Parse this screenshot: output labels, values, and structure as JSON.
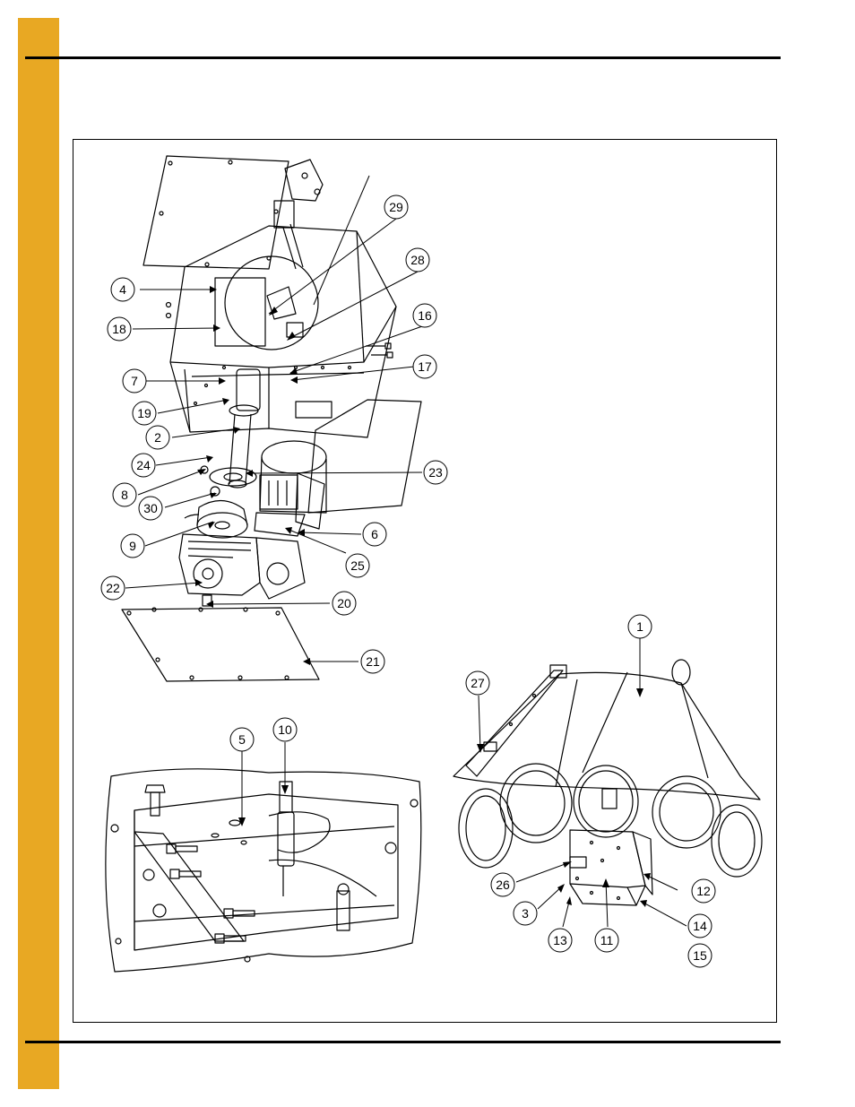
{
  "colors": {
    "side_tab": "#E8A823",
    "line": "#000000",
    "background": "#ffffff"
  },
  "callouts": [
    "1",
    "2",
    "3",
    "4",
    "5",
    "6",
    "7",
    "8",
    "9",
    "10",
    "11",
    "12",
    "13",
    "14",
    "15",
    "16",
    "17",
    "18",
    "19",
    "20",
    "21",
    "22",
    "23",
    "24",
    "25",
    "26",
    "27",
    "28",
    "29",
    "30"
  ]
}
